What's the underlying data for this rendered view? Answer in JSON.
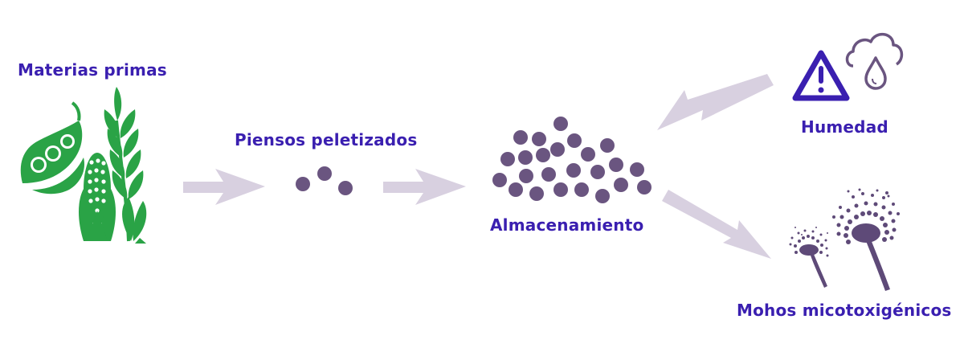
{
  "diagram": {
    "labels": {
      "raw_materials": "Materias primas",
      "pellets": "Piensos peletizados",
      "storage": "Almacenamiento",
      "humidity": "Humedad",
      "molds": "Mohos micotoxigénicos"
    },
    "icons": [
      "pea-pod-icon",
      "corn-icon",
      "wheat-icon",
      "pellets-icon",
      "storage-pile-icon",
      "warning-icon",
      "rain-cloud-icon",
      "mold-icon"
    ],
    "colors": {
      "label": "#3a1fb0",
      "plants": "#2aa346",
      "pellets": "#6a5580",
      "arrows": "#d8d0e0",
      "warning": "#3a1fb0",
      "cloud": "#6a5580",
      "mold": "#5e4a78"
    }
  }
}
